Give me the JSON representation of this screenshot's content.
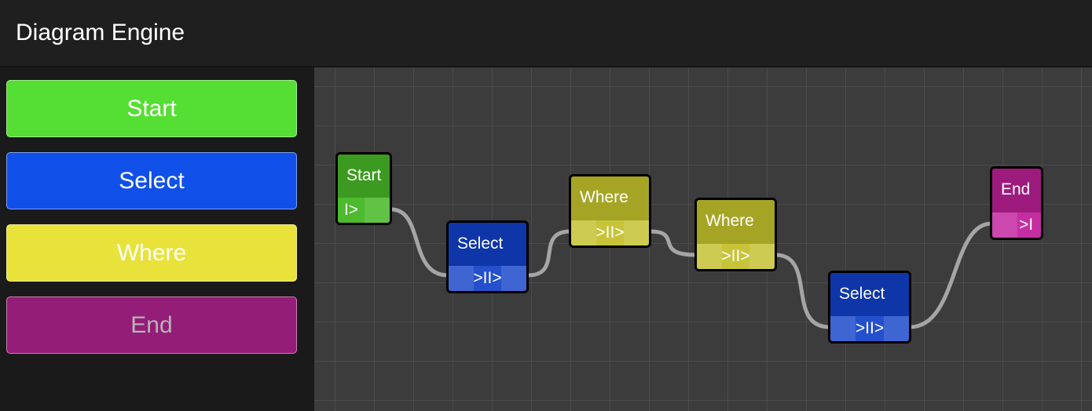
{
  "header": {
    "title": "Diagram Engine"
  },
  "sidebar": {
    "tools": [
      {
        "label": "Start",
        "color": "#55de33",
        "text_color": "#ffffff"
      },
      {
        "label": "Select",
        "color": "#1150e8",
        "text_color": "#ffffff"
      },
      {
        "label": "Where",
        "color": "#e9e23a",
        "text_color": "#ffffff"
      },
      {
        "label": "End",
        "color": "#941d78",
        "text_color": "#b5b5b5"
      }
    ]
  },
  "canvas": {
    "nodes": [
      {
        "name": "Start",
        "ports": "I>",
        "head_color": "#3d9a21",
        "port_color": "#4cbb2d"
      },
      {
        "name": "Select",
        "ports": ">II>",
        "head_color": "#0e36a8",
        "port_color": "#2450cc"
      },
      {
        "name": "Where",
        "ports": ">II>",
        "head_color": "#a6a425",
        "port_color": "#c7c43a"
      },
      {
        "name": "Where",
        "ports": ">II>",
        "head_color": "#a6a425",
        "port_color": "#c7c43a"
      },
      {
        "name": "Select",
        "ports": ">II>",
        "head_color": "#0e36a8",
        "port_color": "#2450cc"
      },
      {
        "name": "End",
        "ports": ">I",
        "head_color": "#9e1b7e",
        "port_color": "#c52ea3"
      }
    ],
    "link_color": "#a5a5a5"
  }
}
